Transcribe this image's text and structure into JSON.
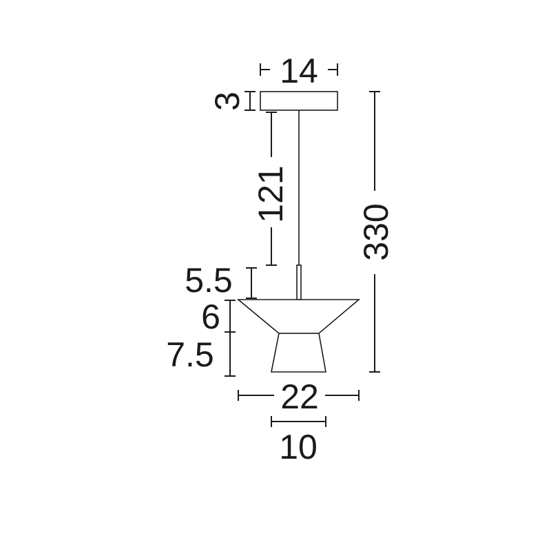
{
  "dimensions": {
    "canopy_width": "14",
    "canopy_height": "3",
    "cable_length": "121",
    "total_height": "330",
    "stem_height": "5.5",
    "upper_shade_height": "6",
    "lower_shade_height": "7.5",
    "shade_diameter": "22",
    "bottom_diameter": "10"
  },
  "colors": {
    "line": "#1a1a1a",
    "background": "#ffffff"
  }
}
